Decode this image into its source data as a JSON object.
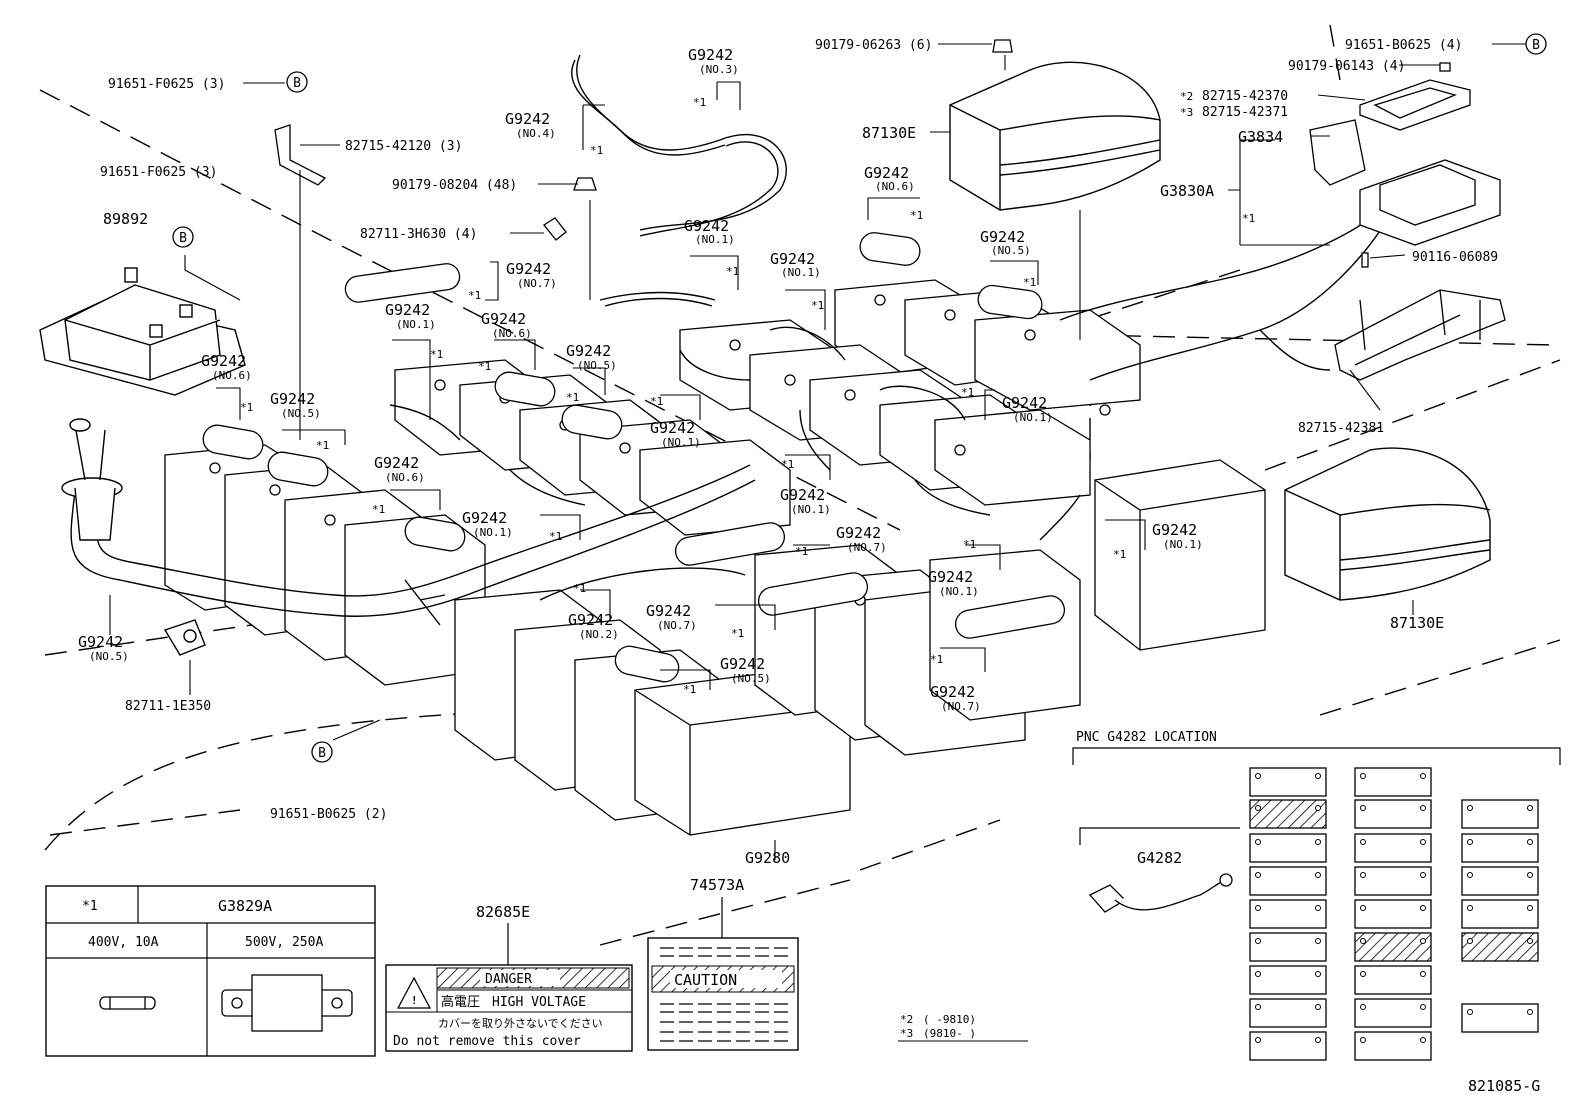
{
  "diagram_id": "821085-G",
  "callouts": {
    "b_top_left": "91651-F0625 (3)",
    "bracket_top": "82715-42120 (3)",
    "b_left": "91651-F0625 (3)",
    "ecu": "89892",
    "bolt_48": "90179-08204 (48)",
    "clip_4": "82711-3H630 (4)",
    "nut_6": "90179-06263 (6)",
    "cover_top": "87130E",
    "b_top_right": "91651-B0625 (4)",
    "nut_4": "90179-06143 (4)",
    "bracket_2": "82715-42370",
    "bracket_3": "82715-42371",
    "relay": "G3834",
    "harness": "G3830A",
    "screw": "90116-06089",
    "bracket_lower": "82715-42381",
    "cover_right": "87130E",
    "clamp": "82711-1E350",
    "b_bottom": "91651-B0625 (2)",
    "battery": "G9280",
    "label_danger": "82685E",
    "label_caution": "74573A"
  },
  "cables": [
    {
      "code": "G9242",
      "no": "(NO.3)"
    },
    {
      "code": "G9242",
      "no": "(NO.4)"
    },
    {
      "code": "G9242",
      "no": "(NO.6)"
    },
    {
      "code": "G9242",
      "no": "(NO.5)"
    },
    {
      "code": "G9242",
      "no": "(NO.1)"
    },
    {
      "code": "G9242",
      "no": "(NO.7)"
    },
    {
      "code": "G9242",
      "no": "(NO.1)"
    },
    {
      "code": "G9242",
      "no": "(NO.1)"
    },
    {
      "code": "G9242",
      "no": "(NO.6)"
    },
    {
      "code": "G9242",
      "no": "(NO.5)"
    },
    {
      "code": "G9242",
      "no": "(NO.6)"
    },
    {
      "code": "G9242",
      "no": "(NO.5)"
    },
    {
      "code": "G9242",
      "no": "(NO.1)"
    },
    {
      "code": "G9242",
      "no": "(NO.6)"
    },
    {
      "code": "G9242",
      "no": "(NO.1)"
    },
    {
      "code": "G9242",
      "no": "(NO.1)"
    },
    {
      "code": "G9242",
      "no": "(NO.1)"
    },
    {
      "code": "G9242",
      "no": "(NO.7)"
    },
    {
      "code": "G9242",
      "no": "(NO.1)"
    },
    {
      "code": "G9242",
      "no": "(NO.1)"
    },
    {
      "code": "G9242",
      "no": "(NO.2)"
    },
    {
      "code": "G9242",
      "no": "(NO.7)"
    },
    {
      "code": "G9242",
      "no": "(NO.5)"
    },
    {
      "code": "G9242",
      "no": "(NO.7)"
    },
    {
      "code": "G9242",
      "no": "(NO.5)"
    }
  ],
  "star1": "*1",
  "b_circle": "B",
  "fuse_table": {
    "star": "*1",
    "part": "G3829A",
    "col1": "400V, 10A",
    "col2": "500V, 250A"
  },
  "danger_label": {
    "line1": "DANGER",
    "line2_jp": "高電圧",
    "line2": "HIGH VOLTAGE",
    "line3_jp": "カバーを取り外さないでください",
    "line4": "Do not remove this cover"
  },
  "caution_label": {
    "text": "CAUTION"
  },
  "legend": {
    "l2_key": "*2",
    "l2_val": "(      -9810)",
    "l3_key": "*3",
    "l3_val": "(9810-      )"
  },
  "pnc": {
    "title": "PNC G4282 LOCATION",
    "part": "G4282"
  },
  "colors": {
    "line": "#000000",
    "background": "#ffffff"
  }
}
